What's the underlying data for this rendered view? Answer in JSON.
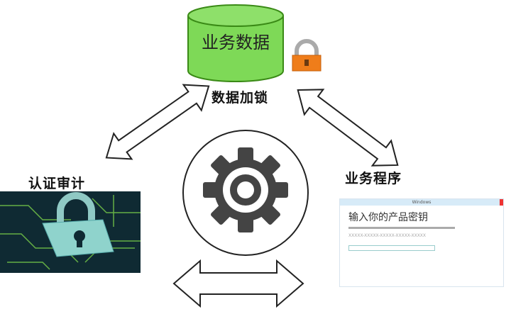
{
  "nodes": {
    "database": {
      "label": "业务数据",
      "fill": "#7ed957",
      "stroke": "#3a8a16"
    },
    "lock_caption": "数据加锁",
    "auth": {
      "label": "认证审计"
    },
    "program": {
      "label": "业务程序"
    }
  },
  "dialog": {
    "title": "Windows",
    "heading": "输入你的产品密钥",
    "key_placeholder": "XXXXX-XXXXX-XXXXX-XXXXX-XXXXX"
  },
  "icons": {
    "center": "gear-icon",
    "lock": "padlock-icon"
  },
  "colors": {
    "lock_body": "#ef7d1a",
    "gear": "#444444"
  }
}
